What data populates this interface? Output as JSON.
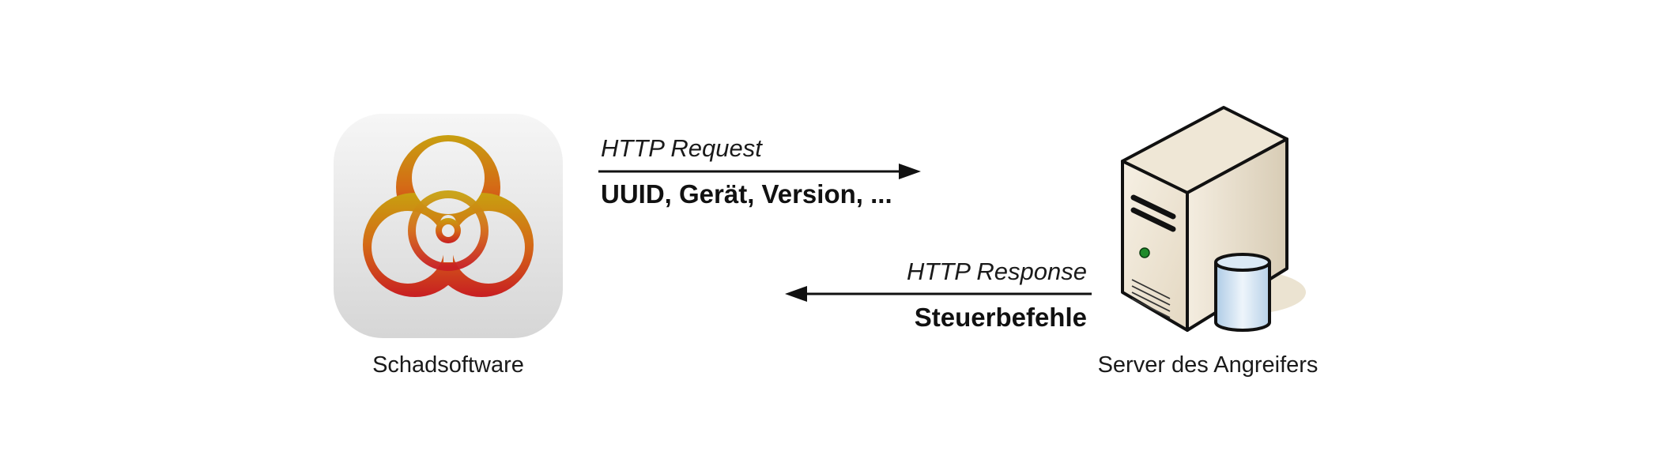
{
  "nodes": {
    "malware": {
      "label": "Schadsoftware",
      "icon": "biohazard-icon"
    },
    "server": {
      "label": "Server des Angreifers",
      "icon": "server-icon"
    }
  },
  "arrows": {
    "request": {
      "title": "HTTP Request",
      "content": "UUID, Gerät, Version, ...",
      "direction": "right"
    },
    "response": {
      "title": "HTTP Response",
      "content": "Steuerbefehle",
      "direction": "left"
    }
  },
  "colors": {
    "biohazard_top": "#c8a010",
    "biohazard_mid": "#d46a16",
    "biohazard_bottom": "#c81e22",
    "icon_background": "#e6e6e6",
    "server_body": "#eee4d2",
    "server_drive": "#c8dff0",
    "server_led": "#1f8a2a",
    "line": "#111111"
  }
}
